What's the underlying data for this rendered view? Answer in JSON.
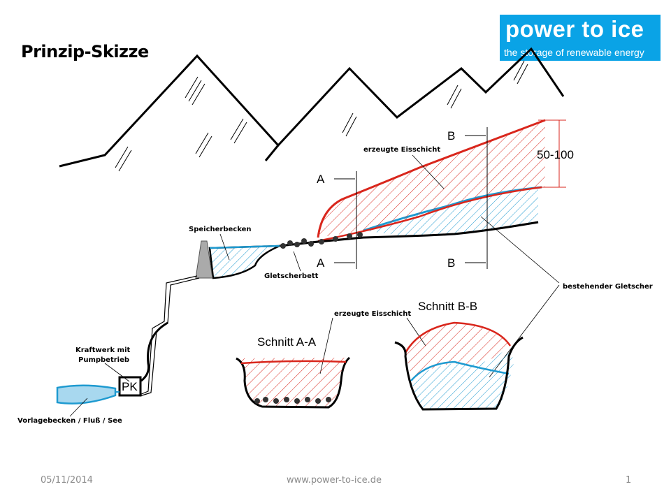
{
  "slide": {
    "title": "Prinzip-Skizze",
    "logo": {
      "name": "power to ice",
      "tagline": "the storage of renewable energy",
      "color": "#0aa3e6"
    },
    "labels": {
      "speicherbecken": "Speicherbecken",
      "gletscherbett": "Gletscherbett",
      "erzeugte_eisschicht_top": "erzeugte Eisschicht",
      "erzeugte_eisschicht_bottom": "erzeugte Eisschicht",
      "bestehender_gletscher": "bestehender Gletscher",
      "kraftwerk_line1": "Kraftwerk mit",
      "kraftwerk_line2": "Pumpbetrieb",
      "pk": "PK",
      "vorlagebecken": "Vorlagebecken / Fluß / See",
      "thickness": "50-100",
      "a_top": "A",
      "a_bottom": "A",
      "b_top": "B",
      "b_bottom": "B",
      "schnitt_aa": "Schnitt A-A",
      "schnitt_bb": "Schnitt B-B"
    },
    "colors": {
      "ice_new": "#d9261c",
      "glacier": "#1e9ad0"
    },
    "footer": {
      "date": "05/11/2014",
      "url": "www.power-to-ice.de",
      "page": "1"
    }
  }
}
